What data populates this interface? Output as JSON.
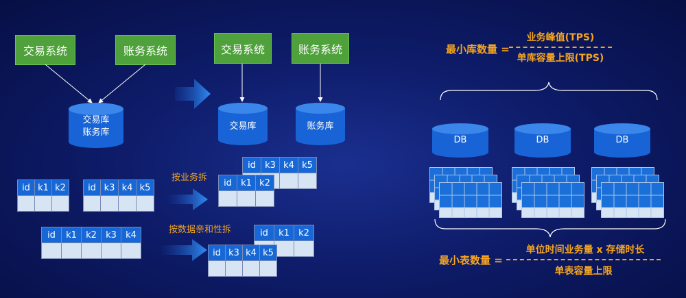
{
  "top_left": {
    "box_trade": "交易系统",
    "box_account": "账务系统",
    "db_line1": "交易库",
    "db_line2": "账务库"
  },
  "top_right": {
    "box_trade": "交易系统",
    "box_account": "账务系统",
    "db_trade": "交易库",
    "db_account": "账务库"
  },
  "split_business": {
    "label": "按业务拆",
    "source_headers": [
      [
        "id",
        "k1",
        "k2"
      ],
      [
        "id",
        "k3",
        "k4",
        "k5"
      ]
    ],
    "target_headers": [
      [
        "id",
        "k3",
        "k4",
        "k5"
      ],
      [
        "id",
        "k1",
        "k2"
      ]
    ]
  },
  "split_data": {
    "label": "按数据亲和性拆",
    "source_headers": [
      "id",
      "k1",
      "k2",
      "k3",
      "k4"
    ],
    "target_headers": [
      [
        "id",
        "k1",
        "k2"
      ],
      [
        "id",
        "k3",
        "k4",
        "k5"
      ]
    ]
  },
  "formula_db": {
    "label": "最小库数量 =",
    "numerator": "业务峰值(TPS)",
    "denominator": "单库容量上限(TPS)"
  },
  "db_cluster": [
    "DB",
    "DB",
    "DB"
  ],
  "formula_table": {
    "label": "最小表数量 =",
    "numerator": "单位时间业务量 x 存储时长",
    "denominator": "单表容量上限"
  },
  "colors": {
    "accent_orange": "#f6a51e",
    "box_green": "#4fa13b",
    "table_blue": "#1767d6"
  }
}
